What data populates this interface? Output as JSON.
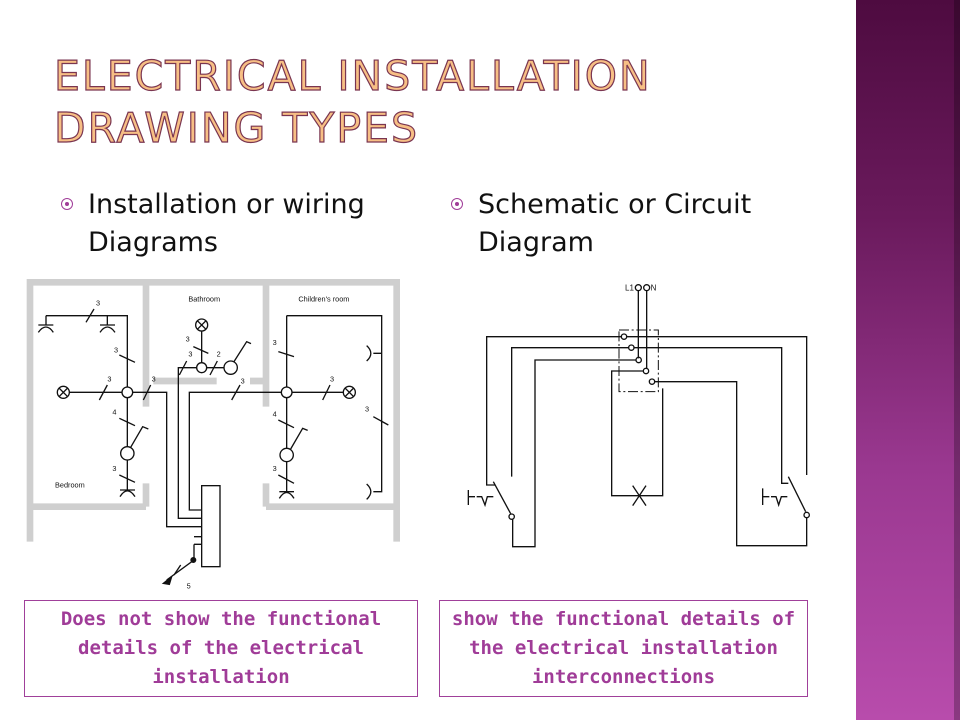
{
  "slide": {
    "title_line1": "Electrical Installation",
    "title_line2": "Drawing Types",
    "accent_color": "#a03c98",
    "left_column": {
      "bullet_line1": "Installation or wiring",
      "bullet_line2": "Diagrams",
      "diagram_labels": {
        "room1": "Bedroom",
        "room2": "Bathroom",
        "room3": "Children's room",
        "n3": "3",
        "n2": "2",
        "n4": "4",
        "n5": "5"
      },
      "note": "Does not show the functional details of the electrical installation"
    },
    "right_column": {
      "bullet_line1": "Schematic or Circuit",
      "bullet_line2": "Diagram",
      "diagram_labels": {
        "l1": "L1",
        "n": "N"
      },
      "note": "show the functional details of the electrical installation interconnections"
    }
  }
}
